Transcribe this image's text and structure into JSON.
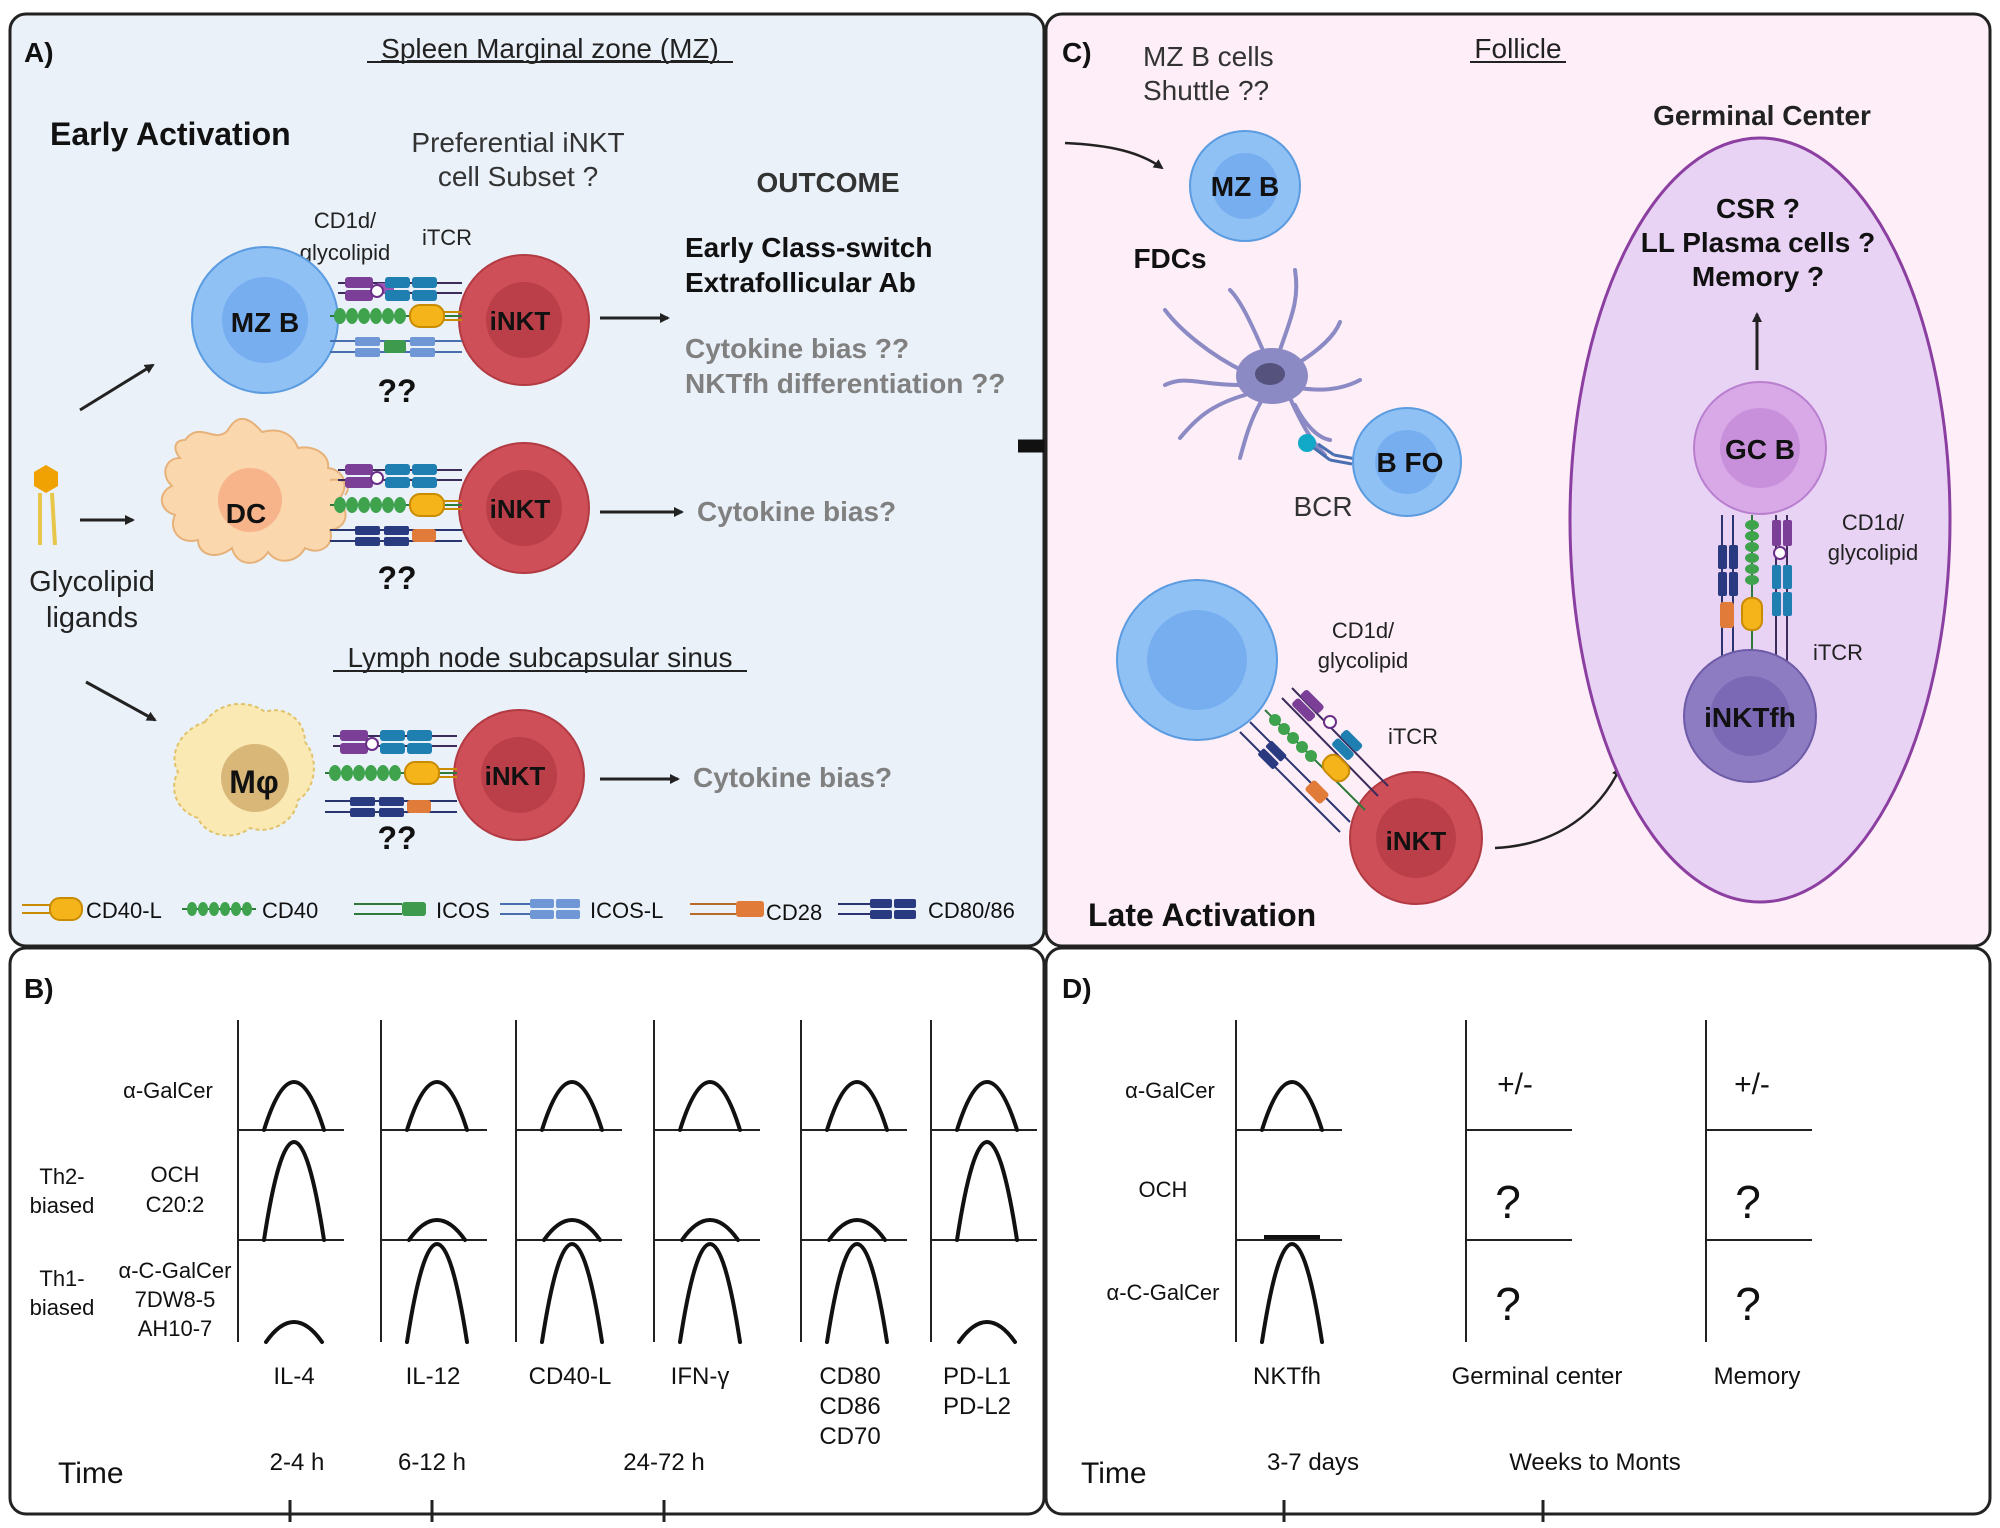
{
  "colors": {
    "panel_a_bg": "#eaf1f9",
    "panel_c_bg": "#fdeef7",
    "mzb": "#8fc1f5",
    "inkt": "#cf4f58",
    "dc": "#fbd7ae",
    "macro": "#fbe9b4",
    "germinal_center": "#dcc6f1",
    "gcb": "#d8a9e6",
    "inktfh": "#8e7cc3",
    "fdc": "#8c8ac4"
  },
  "panelA": {
    "label": "A)",
    "title": "Spleen Marginal zone (MZ)",
    "early_activation": "Early Activation",
    "subset_q1": "Preferential iNKT",
    "subset_q2": "cell Subset ?",
    "outcome": "OUTCOME",
    "cd1d1": "CD1d/",
    "cd1d2": "glycolipid",
    "itcr": "iTCR",
    "mzb": "MZ B",
    "inkt": "iNKT",
    "dc": "DC",
    "macro": "Mφ",
    "qq": "??",
    "outcome1a": "Early Class-switch",
    "outcome1b": "Extrafollicular Ab",
    "outcome1c": "Cytokine bias ??",
    "outcome1d": "NKTfh differentiation ??",
    "outcome2": "Cytokine bias?",
    "outcome3": "Cytokine bias?",
    "glyco1": "Glycolipid",
    "glyco2": "ligands",
    "lymph": "Lymph node subcapsular sinus",
    "legend": {
      "cd40l": "CD40-L",
      "cd40": "CD40",
      "icos": "ICOS",
      "icosl": "ICOS-L",
      "cd28": "CD28",
      "cd8086": "CD80/86"
    }
  },
  "panelC": {
    "label": "C)",
    "title": "Follicle",
    "mzb_shuttle1": "MZ B cells",
    "mzb_shuttle2": "Shuttle ??",
    "mzb": "MZ B",
    "fdcs": "FDCs",
    "bfo": "B FO",
    "bcr": "BCR",
    "germinal_center": "Germinal Center",
    "csr": "CSR ?",
    "llpc": "LL Plasma cells ?",
    "memory": "Memory ?",
    "gcb": "GC B",
    "cd1d1": "CD1d/",
    "cd1d2": "glycolipid",
    "itcr": "iTCR",
    "inktfh": "iNKTfh",
    "inkt": "iNKT",
    "late_activation": "Late Activation"
  },
  "panelB": {
    "label": "B)",
    "rows": [
      "α-GalCer",
      "OCH",
      "C20:2",
      "α-C-GalCer",
      "7DW8-5",
      "AH10-7"
    ],
    "th2a": "Th2-",
    "th2b": "biased",
    "th1a": "Th1-",
    "th1b": "biased",
    "columns": [
      [
        "IL-4"
      ],
      [
        "IL-12"
      ],
      [
        "CD40-L"
      ],
      [
        "IFN-γ"
      ],
      [
        "CD80",
        "CD86",
        "CD70"
      ],
      [
        "PD-L1",
        "PD-L2"
      ]
    ],
    "levels": {
      "rows": [
        "α-GalCer",
        "OCH C20:2",
        "α-C-GalCer 7DW8-5 AH10-7"
      ],
      "values": [
        [
          "medium",
          "medium",
          "medium",
          "medium",
          "medium",
          "medium"
        ],
        [
          "high",
          "low",
          "low",
          "low",
          "low",
          "high"
        ],
        [
          "low",
          "high",
          "high",
          "high",
          "high",
          "low"
        ]
      ]
    },
    "time": "Time",
    "ticks": [
      "2-4 h",
      "6-12 h",
      "24-72 h"
    ]
  },
  "panelD": {
    "label": "D)",
    "rows": [
      "α-GalCer",
      "OCH",
      "α-C-GalCer"
    ],
    "columns": [
      "NKTfh",
      "Germinal center",
      "Memory"
    ],
    "pm": "+/-",
    "q": "?",
    "levels": [
      "medium",
      "flat",
      "high"
    ],
    "time": "Time",
    "ticks": [
      "3-7 days",
      "Weeks to Monts"
    ]
  }
}
